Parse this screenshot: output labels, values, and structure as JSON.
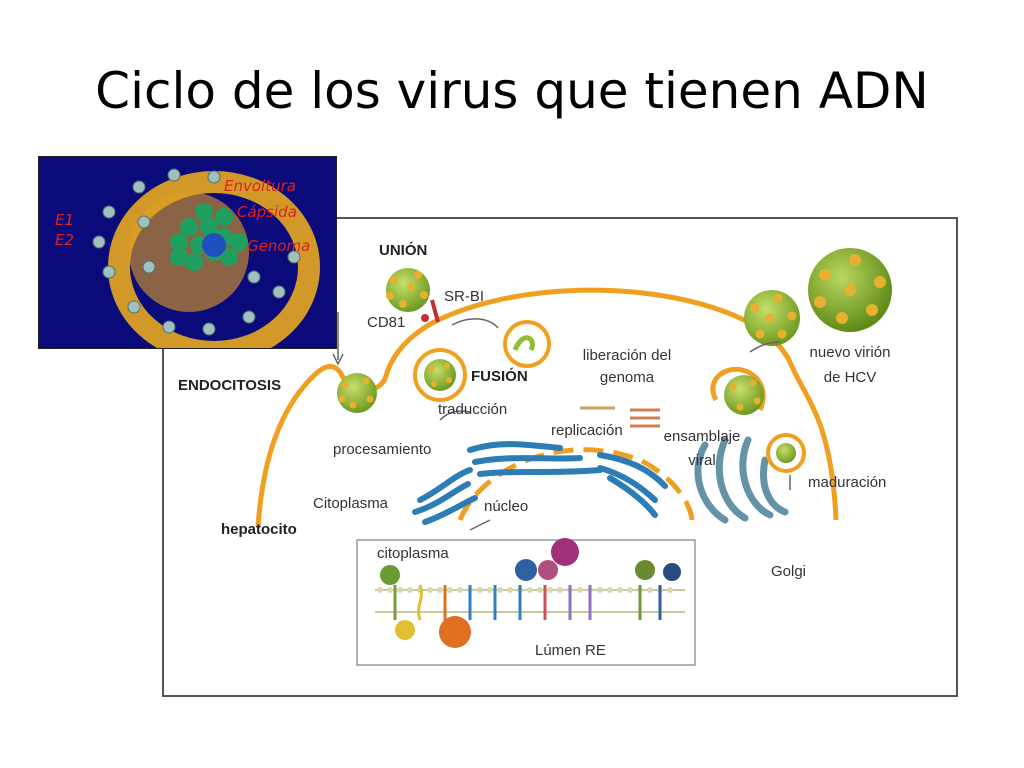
{
  "slide": {
    "title": "Ciclo de los virus que tienen ADN"
  },
  "inset": {
    "labels": {
      "envoltura": "Envoltura",
      "capsida": "Cápsida",
      "genoma": "Genoma",
      "e1": "E1",
      "e2": "E2"
    }
  },
  "diagram": {
    "labels": {
      "union": "UNIÓN",
      "srbi": "SR-BI",
      "cd81": "CD81",
      "endocitosis": "ENDOCITOSIS",
      "fusion": "FUSIÓN",
      "liberacion1": "liberación del",
      "liberacion2": "genoma",
      "traduccion": "traducción",
      "replicacion": "replicación",
      "procesamiento": "procesamiento",
      "ensamblaje1": "ensamblaje",
      "ensamblaje2": "viral",
      "nuevo1": "nuevo virión",
      "nuevo2": "de HCV",
      "maduracion": "maduración",
      "citoplasma_cap": "Citoplasma",
      "nucleo": "núcleo",
      "hepatocito": "hepatocito",
      "citoplasma_low": "citoplasma",
      "lumen": "Lúmen RE",
      "golgi": "Golgi"
    }
  },
  "colors": {
    "membrane": "#f0a020",
    "virus": "#8fbf30",
    "virus_spike": "#e8b030",
    "er": "#2c7db5",
    "inset_bg": "#0a0a7a",
    "inset_text": "#e02020"
  }
}
